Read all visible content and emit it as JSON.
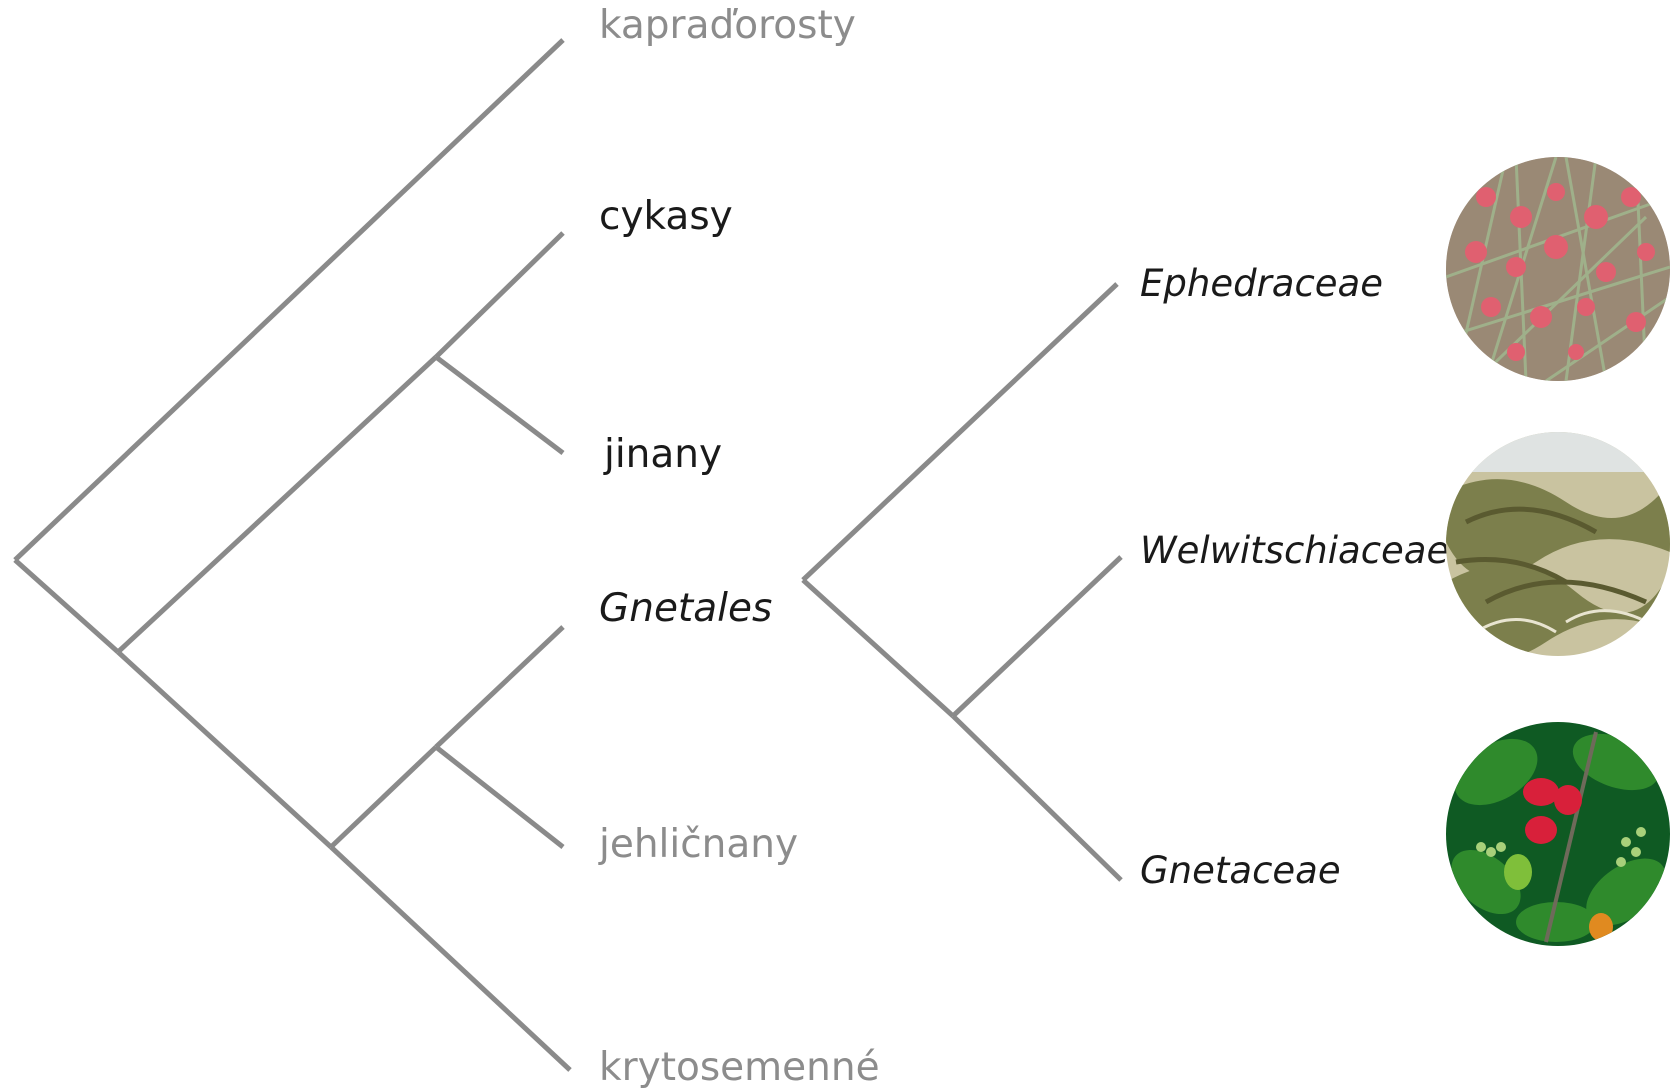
{
  "diagram": {
    "main_taxa": [
      {
        "id": "ferns",
        "label": "kapraďorosty"
      },
      {
        "id": "cycads",
        "label": "cykasy"
      },
      {
        "id": "ginkgo",
        "label": "jinany"
      },
      {
        "id": "gnetales",
        "label": "Gnetales"
      },
      {
        "id": "conifers",
        "label": "jehličnany"
      },
      {
        "id": "angiosperms",
        "label": "krytosemenné"
      }
    ],
    "gnetales_families": [
      {
        "id": "ephedraceae",
        "label": "Ephedraceae",
        "photo": "ephedra-photo"
      },
      {
        "id": "welwitschiaceae",
        "label": "Welwitschiaceae",
        "photo": "welwitschia-photo"
      },
      {
        "id": "gnetaceae",
        "label": "Gnetaceae",
        "photo": "gnetum-photo"
      }
    ]
  },
  "colors": {
    "branch": "#8a8a8a",
    "highlighted_label": "#1a1a1a",
    "muted_label": "#8c8c8c"
  }
}
